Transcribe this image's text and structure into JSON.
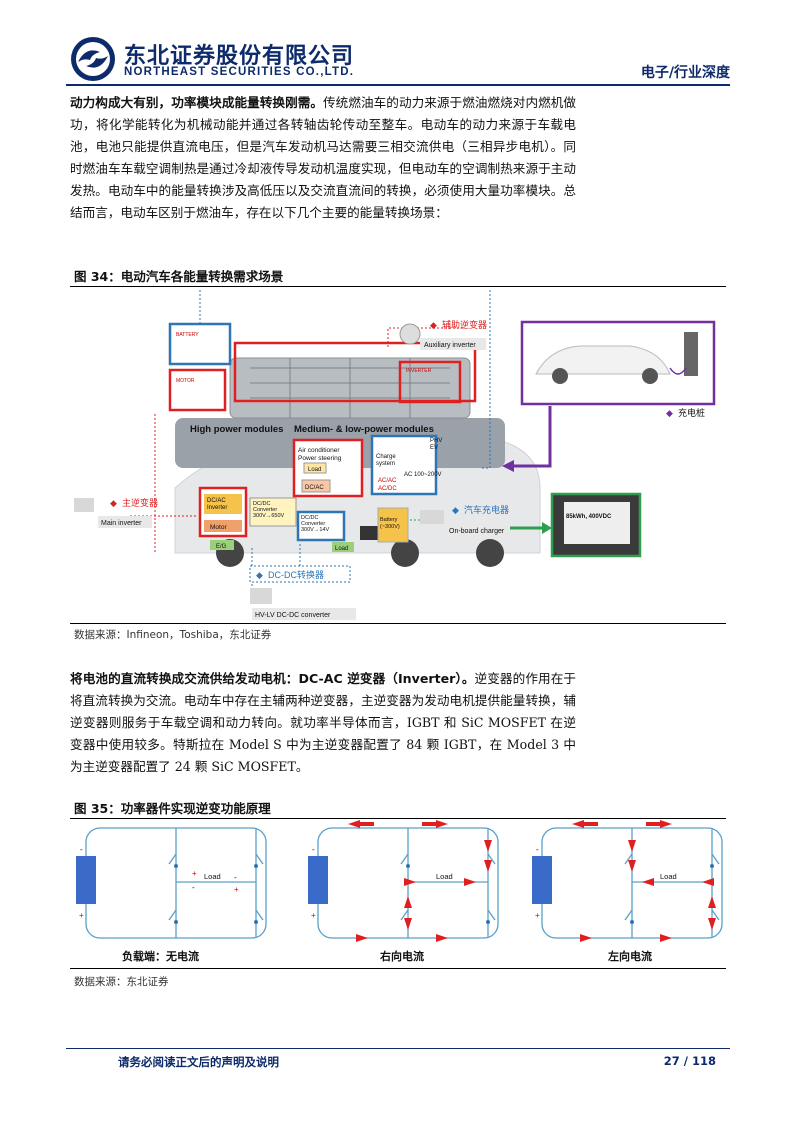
{
  "header": {
    "company_cn": "东北证券股份有限公司",
    "company_en": "NORTHEAST SECURITIES CO.,LTD.",
    "section": "电子/行业深度"
  },
  "para1": {
    "bold": "动力构成大有别，功率模块成能量转换刚需。",
    "text": "传统燃油车的动力来源于燃油燃烧对内燃机做功，将化学能转化为机械动能并通过各转轴齿轮传动至整车。电动车的动力来源于车载电池，电池只能提供直流电压，但是汽车发动机马达需要三相交流供电（三相异步电机）。同时燃油车车载空调制热是通过冷却液传导发动机温度实现，但电动车的空调制热来源于主动发热。电动车中的能量转换涉及高低压以及交流直流间的转换，必须使用大量功率模块。总结而言，电动车区别于燃油车，存在以下几个主要的能量转换场景："
  },
  "fig34": {
    "title": "图 34：电动汽车各能量转换需求场景",
    "source": "数据来源：Infineon，Toshiba，东北证券",
    "labels": {
      "aux_inverter_cn": "辅助逆变器",
      "aux_inverter_en": "Auxiliary inverter",
      "charging_pile": "充电桩",
      "main_inverter_cn": "主逆变器",
      "main_inverter_en": "Main inverter",
      "obc_cn": "汽车充电器",
      "obc_en": "On-board charger",
      "dcdc_cn": "DC-DC转换器",
      "dcdc_en": "HV-LV DC-DC converter",
      "high_power": "High power modules",
      "medium_power": "Medium- & low-power modules",
      "ac_power": "Air conditioner\nPower steering",
      "load": "Load",
      "dcac_small": "DC/AC",
      "phv_ev": "PHV\nEV",
      "charge_system": "Charge\nsystem",
      "ac_range": "AC 100~200V",
      "acac": "AC/AC",
      "acdc": "AC/DC",
      "battery": "Battery\n(~300V)",
      "dcac_inverter": "DC/AC\nInverter",
      "motor": "Motor",
      "eg": "E/G",
      "dcdc_conv1": "DC/DC\nConverter\n300V→650V",
      "dcdc_conv2": "DC/DC\nConverter\n300V→14V",
      "battery_label": "BATTERY",
      "motor_label": "MOTOR",
      "inverter_label": "INVERTER",
      "battery_spec": "85kWh, 400VDC"
    }
  },
  "para2": {
    "bold": "将电池的直流转换成交流供给发动电机：DC-AC 逆变器（Inverter）。",
    "text": "逆变器的作用在于将直流转换为交流。电动车中存在主辅两种逆变器，主逆变器为发动电机提供能量转换，辅逆变器则服务于车载空调和动力转向。就功率半导体而言，IGBT 和 SiC MOSFET 在逆变器中使用较多。特斯拉在 Model S 中为主逆变器配置了 84 颗 IGBT，在 Model 3 中为主逆变器配置了 24 颗 SiC MOSFET。"
  },
  "fig35": {
    "title": "图 35：功率器件实现逆变功能原理",
    "source": "数据来源：东北证券",
    "load_label": "Load",
    "captions": [
      "负载端：无电流",
      "右向电流",
      "左向电流"
    ]
  },
  "footer": {
    "disclaimer": "请务必阅读正文后的声明及说明",
    "page": "27 / 118"
  },
  "colors": {
    "navy": "#0d2a6b",
    "red": "#e02020",
    "blue": "#2e75b6",
    "purple": "#7030a0",
    "green": "#2e9e4f"
  }
}
